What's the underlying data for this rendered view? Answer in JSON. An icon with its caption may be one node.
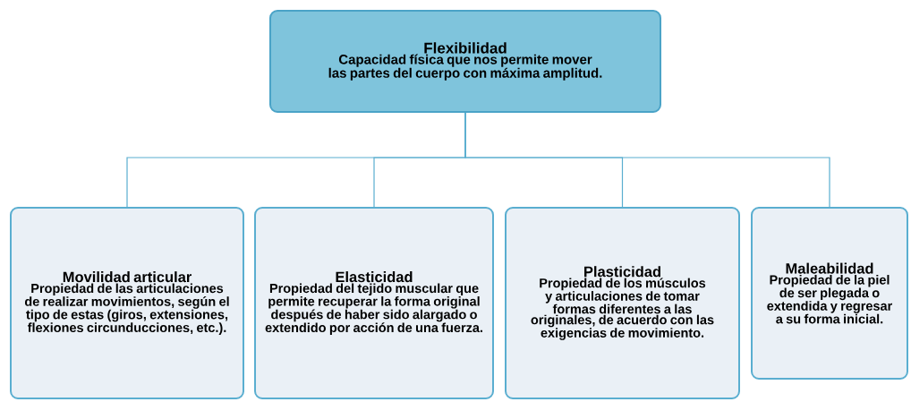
{
  "diagram": {
    "nodes": [
      {
        "text": [
          "Flexibilidad",
          "Capacidad física que nos permite mover las partes del cuerpo con máxima amplitud."
        ]
      },
      {
        "text": [
          "Movilidad articular",
          "Propiedad de las articulaciones de realizar movimientos, según el tipo de estas (giros, extensiones, flexiones circunducciones, etc.)."
        ]
      },
      {
        "text": [
          "Elasticidad",
          "Propiedad del tejido muscular que permite recuperar la forma original después de haber sido alargado o extendido por acción de una fuerza."
        ]
      },
      {
        "text": [
          "Plasticidad",
          "Propiedad de los músculos y articulaciones de tomar formas diferentes a las originales, de acuerdo con las exigencias de movimiento."
        ]
      },
      {
        "text": [
          "Maleabilidad",
          "Propiedad de la piel de ser plegada o extendida y regresar a su forma inicial."
        ]
      }
    ],
    "edges": [
      {
        "from": 0,
        "to": 1,
        "arrow": "none"
      },
      {
        "from": 0,
        "to": 2,
        "arrow": "none"
      },
      {
        "from": 0,
        "to": 3,
        "arrow": "none"
      },
      {
        "from": 0,
        "to": 4,
        "arrow": "none"
      }
    ]
  }
}
